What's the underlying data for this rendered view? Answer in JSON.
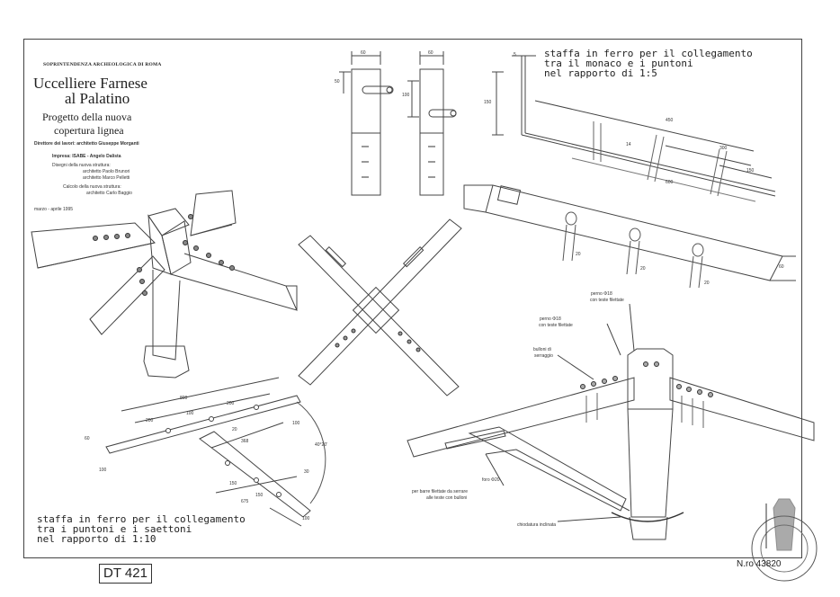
{
  "header": {
    "organization": "SOPRINTENDENZA ARCHEOLOGICA DI ROMA",
    "title_line1": "Uccelliere Farnese",
    "title_line2": "al Palatino",
    "subtitle_line1": "Progetto della nuova",
    "subtitle_line2": "copertura lignea",
    "director": "Direttore dei lavori: architetto Giuseppe Morganti",
    "company": "Impresa: ISABE - Angelo Dalista",
    "drawings_label": "Disegni della nuova struttura:",
    "drawings_author1": "architetto Paolo Brunori",
    "drawings_author2": "architetto Marco Pelletti",
    "calc_label": "Calcolo della nuova struttura:",
    "calc_author": "architetto Carlo Baggio",
    "date": "marzo - aprile 1995"
  },
  "notes": {
    "staffa_top": [
      "staffa in ferro per il collegamento",
      "tra il monaco e i puntoni",
      "nel rapporto di 1:5"
    ],
    "staffa_bottom": [
      "staffa in ferro per il collegamento",
      "tra i puntoni e i saettoni",
      "nel rapporto di 1:10"
    ]
  },
  "callouts": {
    "pin1": "perno Φ18",
    "pin1_sub": "con teste filettate",
    "pin2": "perno Φ18",
    "pin2_sub": "con teste filettate",
    "bolts": "bulloni di",
    "bolts_sub": "serraggio",
    "hole": "foro Φ20",
    "bars": "per barre filettate da serrare",
    "bars_sub": "alle teste con bulloni",
    "nails": "chiodatura inclinata"
  },
  "dimensions": {
    "top_a": "60",
    "top_b": "60",
    "top_c": "50",
    "top_d": "100",
    "right_5": "5",
    "right_150": "150",
    "right_450": "450",
    "right_14": "14",
    "right_300": "300",
    "right_150b": "150",
    "right_600": "600",
    "right_20a": "20",
    "right_20b": "20",
    "right_20c": "20",
    "right_60": "60",
    "bot_800": "800",
    "bot_200a": "200",
    "bot_100": "100",
    "bot_200b": "200",
    "bot_20": "20",
    "bot_60": "60",
    "bot_100b": "100",
    "bot_368": "368",
    "bot_100c": "100",
    "bot_angle": "40°20'",
    "bot_30": "30",
    "bot_150a": "150",
    "bot_150b": "150",
    "bot_675": "675",
    "bot_100d": "100"
  },
  "stamp_code": "DT 421",
  "archive_number": "N.ro 43820",
  "colors": {
    "ink": "#333333",
    "paper": "#ffffff"
  }
}
